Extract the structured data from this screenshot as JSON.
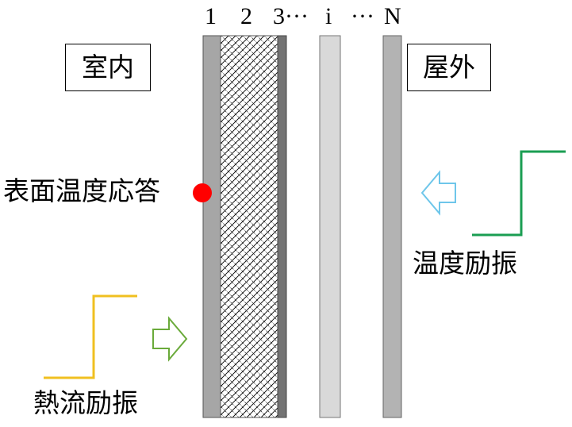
{
  "layer_labels": [
    "1",
    "2",
    "3···",
    "i",
    "···",
    "N"
  ],
  "indoor_label": "室内",
  "outdoor_label": "屋外",
  "surface_temp_label": "表面温度応答",
  "temp_excitation_label": "温度励振",
  "heat_flow_excitation_label": "熱流励振",
  "colors": {
    "layer1": "#a6a6a6",
    "layer3": "#737373",
    "layer_i": "#d9d9d9",
    "layer_N": "#b3b3b3",
    "surface_point": "#ff0000",
    "temp_step": "#1a9e52",
    "heat_step": "#f0c020",
    "temp_arrow": "#6ec6ea",
    "heat_arrow": "#6aaa3a"
  },
  "icons": {
    "surface_point": "red-dot-icon",
    "temp_arrow": "left-arrow-icon",
    "heat_arrow": "right-arrow-icon",
    "temp_step": "step-function-icon",
    "heat_step": "step-function-icon"
  }
}
